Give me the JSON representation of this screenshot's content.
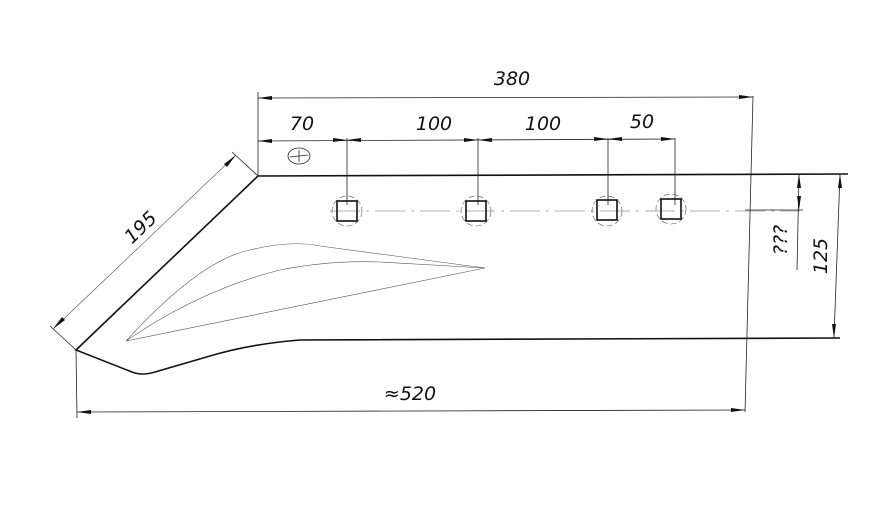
{
  "drawing": {
    "subject": "plowshare",
    "dimensions": {
      "overall_top": "380",
      "segment_1": "70",
      "segment_2": "100",
      "segment_3": "100",
      "segment_4": "50",
      "diagonal": "195",
      "height": "125",
      "hole_offset": "???",
      "overall_length": "≈520"
    },
    "hole_count": 4,
    "line_color": "#111111"
  }
}
